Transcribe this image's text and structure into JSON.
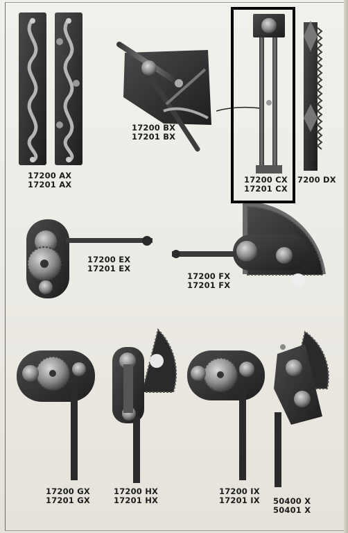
{
  "page": {
    "colors": {
      "paper": "#eceae4",
      "ink": "#1c1c1c",
      "metal_dark": "#2a2a2a",
      "metal_mid": "#6f6f6f",
      "metal_light": "#b8b8b8",
      "highlight": "#000000"
    }
  },
  "items": [
    {
      "id": "ax",
      "line1": "17200 AX",
      "line2": "17201 AX"
    },
    {
      "id": "bx",
      "line1": "17200 BX",
      "line2": "17201 BX"
    },
    {
      "id": "cx",
      "line1": "17200 CX",
      "line2": "17201 CX",
      "highlighted": true
    },
    {
      "id": "dx",
      "line1": "7200 DX"
    },
    {
      "id": "ex",
      "line1": "17200 EX",
      "line2": "17201 EX"
    },
    {
      "id": "fx",
      "line1": "17200 FX",
      "line2": "17201 FX"
    },
    {
      "id": "gx",
      "line1": "17200 GX",
      "line2": "17201 GX"
    },
    {
      "id": "hx",
      "line1": "17200 HX",
      "line2": "17201 HX"
    },
    {
      "id": "ix",
      "line1": "17200 IX",
      "line2": "17201 IX"
    },
    {
      "id": "x",
      "line1": "50400 X",
      "line2": "50401 X"
    }
  ]
}
